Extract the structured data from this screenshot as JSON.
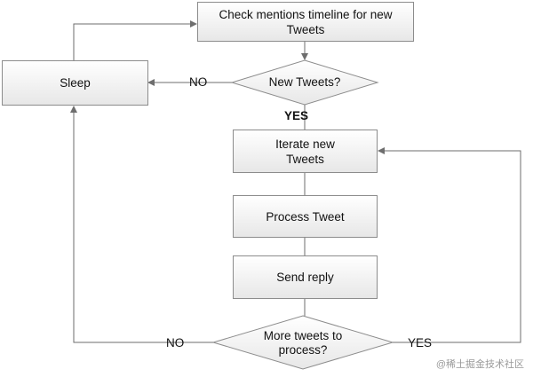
{
  "flowchart": {
    "check_timeline": "Check mentions timeline for new Tweets",
    "new_tweets_question": "New Tweets?",
    "sleep": "Sleep",
    "no_label_top": "NO",
    "yes_label_top": "YES",
    "iterate_tweets": "Iterate new Tweets",
    "process_tweet": "Process Tweet",
    "send_reply": "Send reply",
    "more_tweets_question": "More tweets to process?",
    "no_label_bottom": "NO",
    "yes_label_bottom": "YES"
  },
  "watermark": "@稀土掘金技术社区",
  "colors": {
    "line": "#6e6e6e",
    "box_border": "#8c8c8c",
    "fill_top": "#ffffff",
    "fill_bottom": "#e7e7e7"
  }
}
